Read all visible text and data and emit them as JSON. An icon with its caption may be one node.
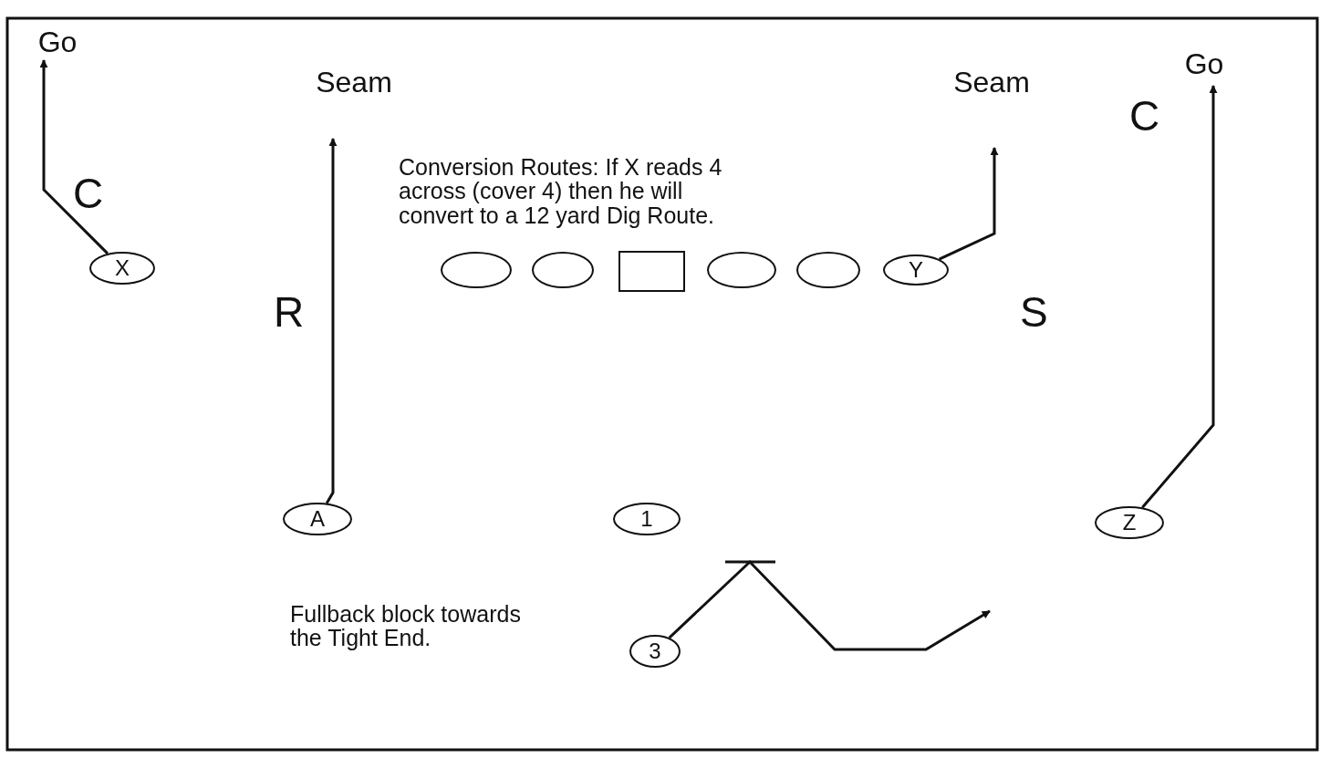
{
  "diagram": {
    "nodes": [
      {
        "text": [
          "Go"
        ]
      },
      {
        "text": [
          "Seam"
        ]
      },
      {
        "text": [
          "Seam"
        ]
      },
      {
        "text": [
          "Go"
        ]
      },
      {
        "text": [
          "X"
        ]
      },
      {
        "text": [
          "A"
        ]
      },
      {
        "text": [],
        "shape": "circle"
      },
      {
        "text": [],
        "shape": "circle"
      },
      {
        "text": [],
        "shape": "box"
      },
      {
        "text": [],
        "shape": "circle"
      },
      {
        "text": [],
        "shape": "circle"
      },
      {
        "text": [
          "Y"
        ]
      },
      {
        "text": [
          "1"
        ]
      },
      {
        "text": [
          "Z"
        ]
      },
      {
        "text": [
          "3"
        ]
      }
    ],
    "edges": [
      {
        "from": 4,
        "to": 0,
        "arrow": "to"
      },
      {
        "from": 5,
        "to": 1,
        "arrow": "to"
      },
      {
        "from": 11,
        "to": 2,
        "arrow": "to"
      },
      {
        "from": 13,
        "to": 3,
        "arrow": "to"
      },
      {
        "from": 14,
        "to": null,
        "arrow": "to"
      }
    ],
    "labels": [
      "C",
      "C",
      "R",
      "S",
      "Conversion Routes:  If X reads 4 across (cover 4) then he will convert to a 12 yard Dig Route.",
      "Fullback block towards the Tight End."
    ]
  }
}
